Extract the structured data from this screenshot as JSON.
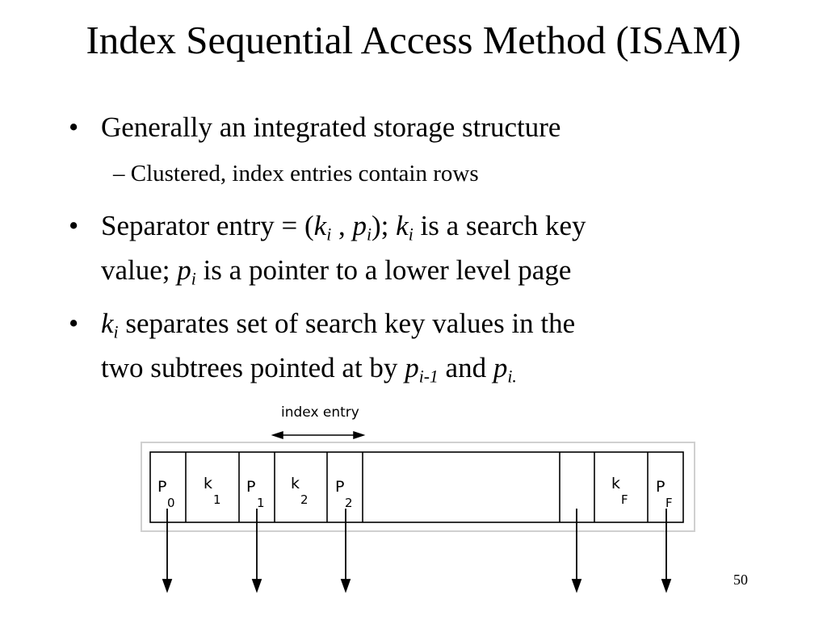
{
  "slide": {
    "title": "Index Sequential Access Method (ISAM)",
    "bullets": [
      {
        "marker": "•",
        "text": "Generally an integrated storage structure"
      },
      {
        "marker": "•"
      },
      {
        "marker": "•"
      }
    ],
    "sub_bullet": "– Clustered, index entries contain rows",
    "bullet2": {
      "a": "Separator entry = (",
      "k": "k",
      "i": "i",
      "comma": " , ",
      "p": "p",
      "b": "); ",
      "c": " is a search key",
      "d": "value; ",
      "e": " is a pointer to a lower level page"
    },
    "bullet3": {
      "k": "k",
      "i": "i",
      "a": " separates set of search key values in the",
      "b": "two subtrees pointed at by ",
      "p": "p",
      "im1": "i-1",
      "and": " and ",
      "idot": "i."
    },
    "page_number": "50"
  },
  "diagram": {
    "index_entry_label": "index entry",
    "cells": [
      {
        "letter": "P",
        "sub": "0"
      },
      {
        "letter": "k",
        "sub": "1"
      },
      {
        "letter": "P",
        "sub": "1"
      },
      {
        "letter": "k",
        "sub": "2"
      },
      {
        "letter": "P",
        "sub": "2"
      },
      {
        "letter": "",
        "sub": ""
      },
      {
        "letter": "",
        "sub": ""
      },
      {
        "letter": "k",
        "sub": "F"
      },
      {
        "letter": "P",
        "sub": "F"
      }
    ]
  }
}
